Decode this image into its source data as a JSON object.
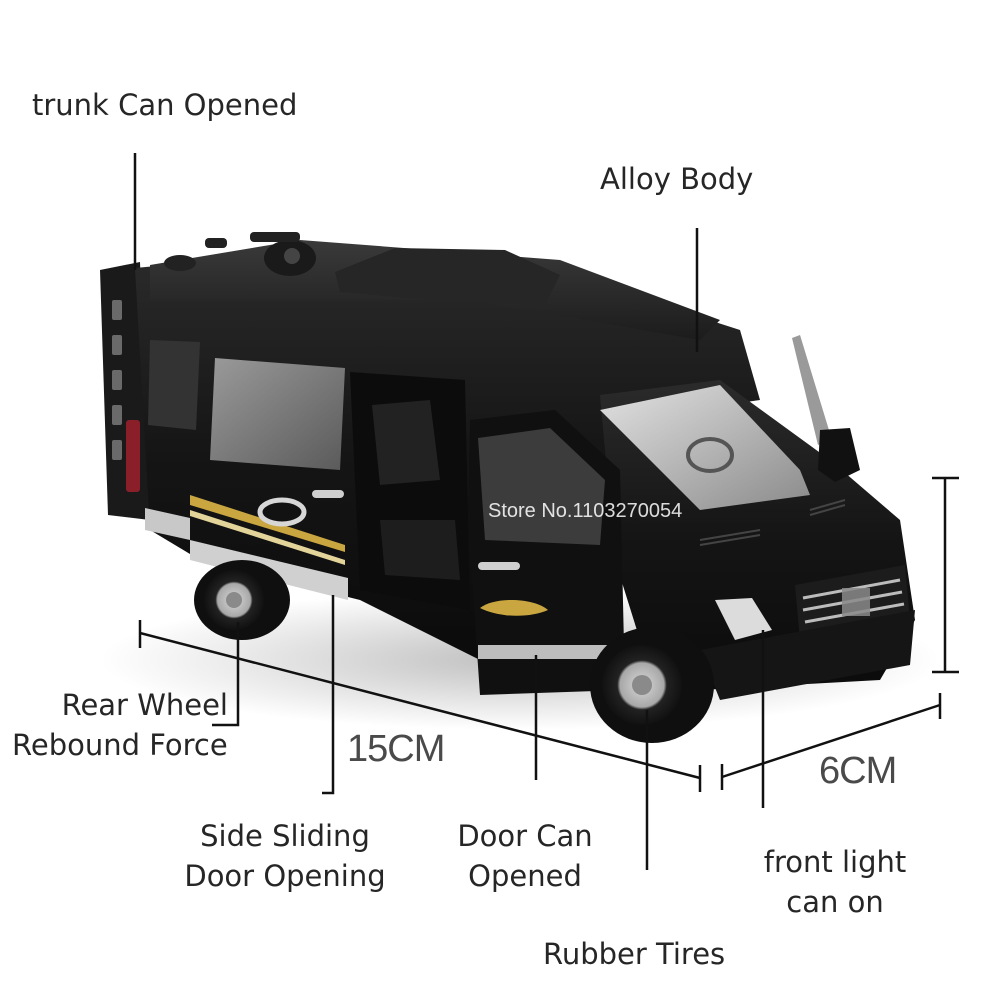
{
  "product": {
    "subject": "black diecast camper van model",
    "colors": {
      "background": "#ffffff",
      "body": "#141414",
      "label_text": "#262626",
      "dimension_text": "#4a4a4a",
      "stripe_gold": "#c9a640",
      "taillight": "#8a1f2a"
    }
  },
  "annotations": {
    "trunk": "trunk Can Opened",
    "alloy_body": "Alloy Body",
    "rear_wheel_line1": "Rear Wheel",
    "rear_wheel_line2": "Rebound Force",
    "side_door_line1": "Side Sliding",
    "side_door_line2": "Door Opening",
    "door_line1": "Door Can",
    "door_line2": "Opened",
    "front_light_line1": "front light",
    "front_light_line2": "can on",
    "tires": "Rubber Tires"
  },
  "dimensions": {
    "length": "15CM",
    "width": "6CM"
  },
  "watermark": {
    "text": "Store No.11032700​54"
  }
}
